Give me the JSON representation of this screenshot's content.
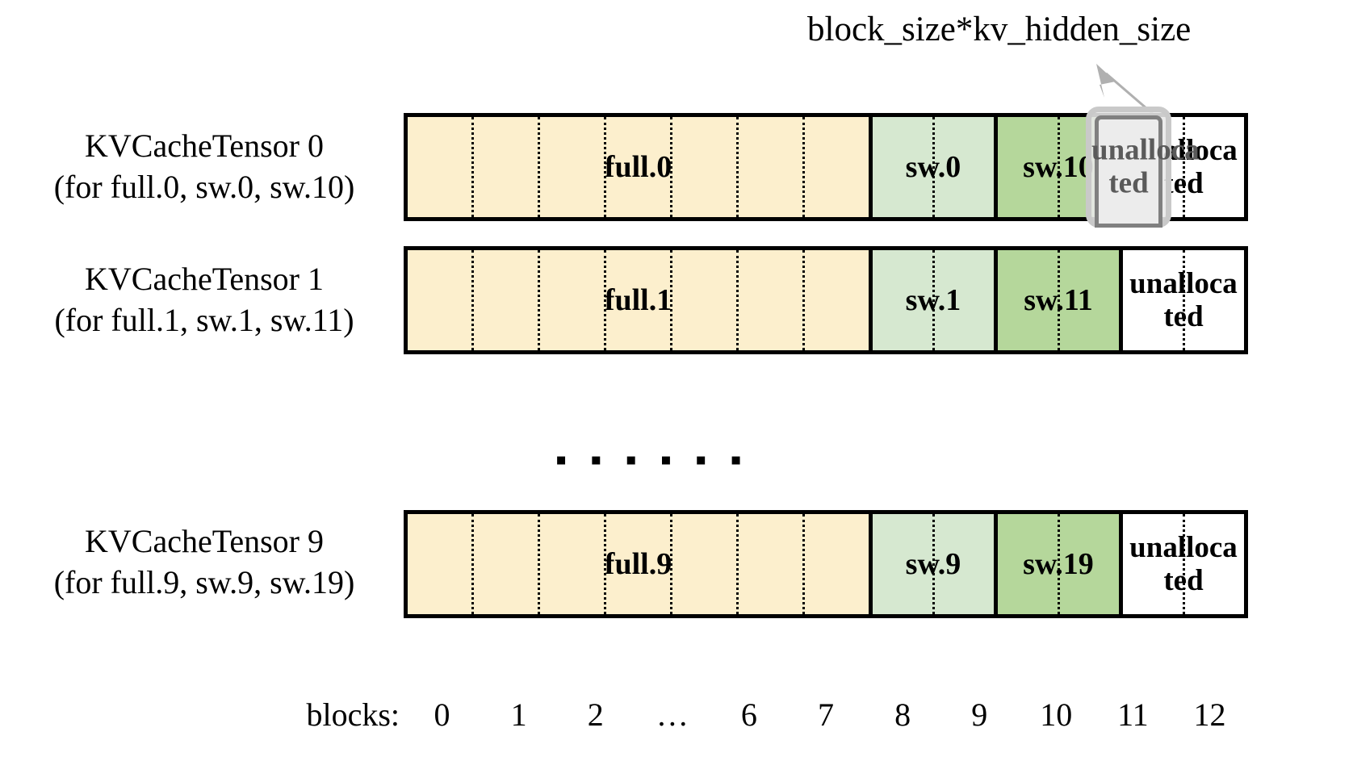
{
  "annotation": {
    "label": "block_size*kv_hidden_size",
    "arrow_color": "#b0b0b0"
  },
  "colors": {
    "full_fill": "#FCEFCD",
    "sw_light_fill": "#D6E8D0",
    "sw_dark_fill": "#B5D79B",
    "unallocated_fill": "#FFFFFF",
    "border": "#000000",
    "highlight_border": "#808080",
    "highlight_fill": "#ECECEC",
    "highlight_text": "#5A5A5A"
  },
  "rows": [
    {
      "title": "KVCacheTensor 0",
      "subtitle": "(for full.0, sw.0, sw.10)",
      "segments": [
        {
          "label": "full.0",
          "kind": "full",
          "blocks": 7
        },
        {
          "label": "sw.0",
          "kind": "sw-light",
          "blocks": 2
        },
        {
          "label": "sw.10",
          "kind": "sw-dark",
          "blocks": 2
        },
        {
          "label": "unalloca ted",
          "kind": "unalloc",
          "blocks": 2
        }
      ],
      "highlight": {
        "label_line1": "unalloca",
        "label_line2": "ted"
      }
    },
    {
      "title": "KVCacheTensor 1",
      "subtitle": "(for full.1, sw.1, sw.11)",
      "segments": [
        {
          "label": "full.1",
          "kind": "full",
          "blocks": 7
        },
        {
          "label": "sw.1",
          "kind": "sw-light",
          "blocks": 2
        },
        {
          "label": "sw.11",
          "kind": "sw-dark",
          "blocks": 2
        },
        {
          "label": "unalloca ted",
          "kind": "unalloc",
          "blocks": 2
        }
      ]
    },
    {
      "title": "KVCacheTensor 9",
      "subtitle": "(for full.9, sw.9, sw.19)",
      "segments": [
        {
          "label": "full.9",
          "kind": "full",
          "blocks": 7
        },
        {
          "label": "sw.9",
          "kind": "sw-light",
          "blocks": 2
        },
        {
          "label": "sw.19",
          "kind": "sw-dark",
          "blocks": 2
        },
        {
          "label": "unalloca ted",
          "kind": "unalloc",
          "blocks": 2
        }
      ]
    }
  ],
  "unallocated_lines": {
    "line1": "unalloca",
    "line2": "ted"
  },
  "vertical_ellipsis": "▪ ▪ ▪ ▪ ▪ ▪",
  "axis": {
    "caption": "blocks:",
    "ticks": [
      "0",
      "1",
      "2",
      "…",
      "6",
      "7",
      "8",
      "9",
      "10",
      "11",
      "12"
    ]
  }
}
